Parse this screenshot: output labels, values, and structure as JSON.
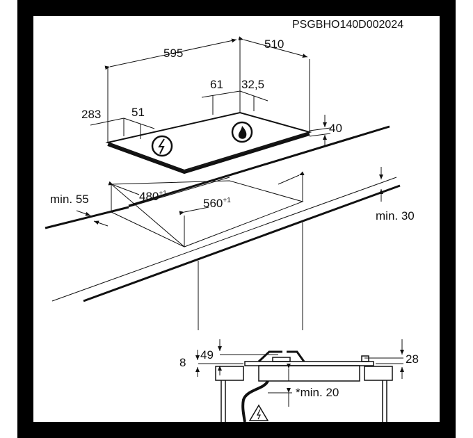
{
  "diagram": {
    "code": "PSGBHO140D002024",
    "hob_dimensions": {
      "width": "595",
      "depth": "510",
      "height": "40",
      "gas_offset_x": "61",
      "gas_offset_y": "32,5",
      "elec_offset_x": "283",
      "elec_offset_y": "51"
    },
    "cutout": {
      "depth": "480",
      "depth_tol": "+1",
      "width": "560",
      "width_tol": "+1",
      "min_front": "min. 55",
      "min_worktop": "min. 30"
    },
    "section": {
      "left_height": "8",
      "burner_height": "49",
      "right_height": "28",
      "min_clearance": "*min. 20"
    },
    "icons": [
      "electric-connection-icon",
      "gas-connection-icon",
      "electric-warning-icon"
    ]
  }
}
